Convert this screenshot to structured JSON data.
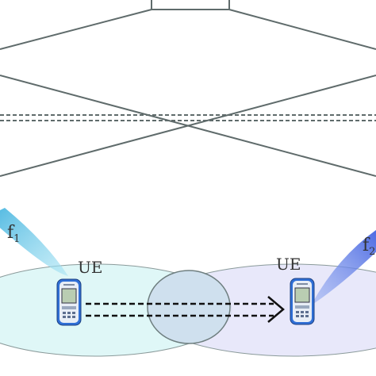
{
  "labels": {
    "ue_left": "UE",
    "ue_right": "UE",
    "beam_left": "f",
    "beam_left_sub": "1",
    "beam_right": "f",
    "beam_right_sub": "2"
  },
  "colors": {
    "background": "#ffffff",
    "line": "#5f6b6b",
    "cell_left_fill": "#dff7f7",
    "cell_right_fill": "#e6e6fa",
    "overlap_fill": "#cfe0ee",
    "beam_left": "#64c8e6",
    "beam_right": "#5a78e6",
    "phone_body": "#2f6fd6",
    "phone_screen": "#c8d8c0",
    "arrow": "#111111"
  },
  "icons": {
    "phone": "mobile-phone-icon",
    "arrow": "dashed-double-arrow-icon"
  }
}
